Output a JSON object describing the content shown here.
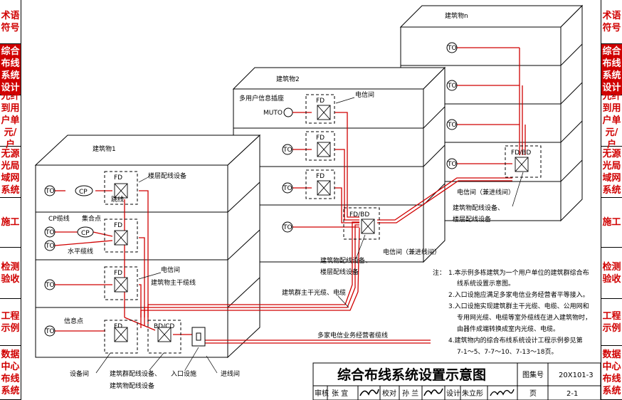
{
  "sidebar": {
    "items": [
      {
        "label": "术语符号"
      },
      {
        "label": "综合布线系统设计",
        "active": true
      },
      {
        "label": "光纤到用户单元/户"
      },
      {
        "label": "无源光局域网系统"
      },
      {
        "label": "施工"
      },
      {
        "label": "检测验收"
      },
      {
        "label": "工程示例"
      },
      {
        "label": "数据中心布线系统"
      }
    ]
  },
  "buildings": {
    "b1": "建筑物1",
    "b2": "建筑物2",
    "bn": "建筑物n"
  },
  "labels": {
    "to": "TO",
    "cp": "CP",
    "fd": "FD",
    "fd_bd": "FD/BD",
    "bd_cd": "BD/CD",
    "muto": "MUTO",
    "multi_user_outlet": "多用户信息插座",
    "telecom_room": "电信间",
    "telecom_room_entry": "电信间（兼进线间）",
    "floor_cabling": "楼层配线设备",
    "jumper": "跳线",
    "cp_cable": "CP缆线",
    "consolidation_point": "集合点",
    "horizontal_cable": "水平缆线",
    "building_backbone": "建筑物主干缆线",
    "info_point": "信息点",
    "equipment_room": "设备间",
    "campus_dist": "建筑群配线设备、",
    "building_dist": "建筑物配线设备",
    "entry_facility": "入口设施",
    "entrance_room": "进线间",
    "bldg_dist_short": "建筑物配线设备、",
    "floor_dist_short": "楼层配线设备",
    "campus_backbone": "建筑群主干光缆、电缆",
    "operator_cable": "多家电信业务经营者缆线"
  },
  "notes": {
    "heading": "注：",
    "items": [
      "1.本示例多栋建筑为一个用户单位的建筑群综合布",
      "线系统设置示意图。",
      "2.入口设施应满足多家电信业务经营者平等接入。",
      "3.入口设施实现建筑群主干光缆、电缆、公用网和",
      "专用网光缆、电缆等室外缆线在进入建筑物时，",
      "由器件成端转换成室内光缆、电缆。",
      "4.建筑物内的综合布线系统设计工程示例参见第",
      "7-1～5、7-7～10、7-13～18页。"
    ]
  },
  "title_block": {
    "title": "综合布线系统设置示意图",
    "atlas_label": "图集号",
    "atlas_no": "20X101-3",
    "review_label": "审核",
    "reviewer": "张 宜",
    "check_label": "校对",
    "checker": "孙 兰",
    "design_label": "设计",
    "designer": "朱立彤",
    "page_label": "页",
    "page_no": "2-1"
  },
  "colors": {
    "accent_red": "#d00000",
    "line": "#000000"
  }
}
